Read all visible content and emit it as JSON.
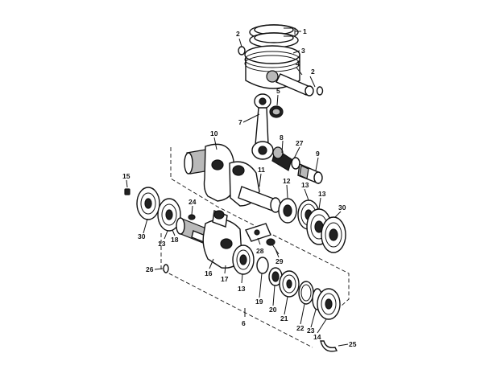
{
  "callouts": {
    "c1": "1",
    "c2a": "2",
    "c2b": "2",
    "c3": "3",
    "c4": "4",
    "c5": "5",
    "c6": "6",
    "c7": "7",
    "c8": "8",
    "c9": "9",
    "c10": "10",
    "c11": "11",
    "c12": "12",
    "c13a": "13",
    "c13b": "13",
    "c13c": "13",
    "c13d": "13",
    "c14": "14",
    "c15": "15",
    "c16": "16",
    "c17": "17",
    "c18": "18",
    "c19": "19",
    "c20": "20",
    "c21": "21",
    "c22": "22",
    "c23": "23",
    "c24": "24",
    "c25": "25",
    "c26": "26",
    "c27": "27",
    "c28": "28",
    "c29": "29",
    "c30a": "30",
    "c30b": "30"
  }
}
